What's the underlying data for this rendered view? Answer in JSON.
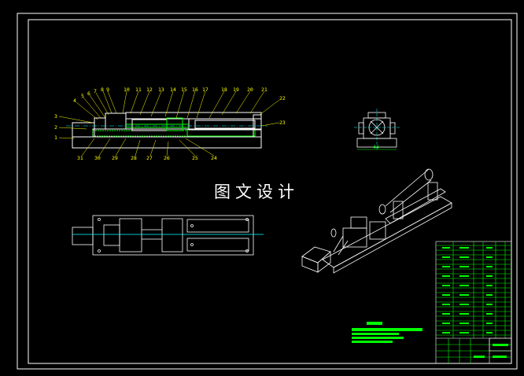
{
  "drawing": {
    "title": "图文设计",
    "side_view_dimension": "44",
    "front_view_part_labels_top": [
      "4",
      "5",
      "6",
      "7",
      "8",
      "9",
      "10",
      "11",
      "12",
      "13",
      "14",
      "15",
      "16",
      "17",
      "18",
      "19",
      "20",
      "21",
      "22"
    ],
    "front_view_part_labels_left": [
      "3",
      "2",
      "1"
    ],
    "front_view_part_labels_right": [
      "23"
    ],
    "front_view_part_labels_bottom": [
      "31",
      "30",
      "29",
      "28",
      "27",
      "26",
      "25",
      "24"
    ]
  },
  "colors": {
    "background": "#000000",
    "outline": "#ffffff",
    "annotation": "#00ff00",
    "leader": "#ffff00",
    "centerline": "#00ffff"
  }
}
